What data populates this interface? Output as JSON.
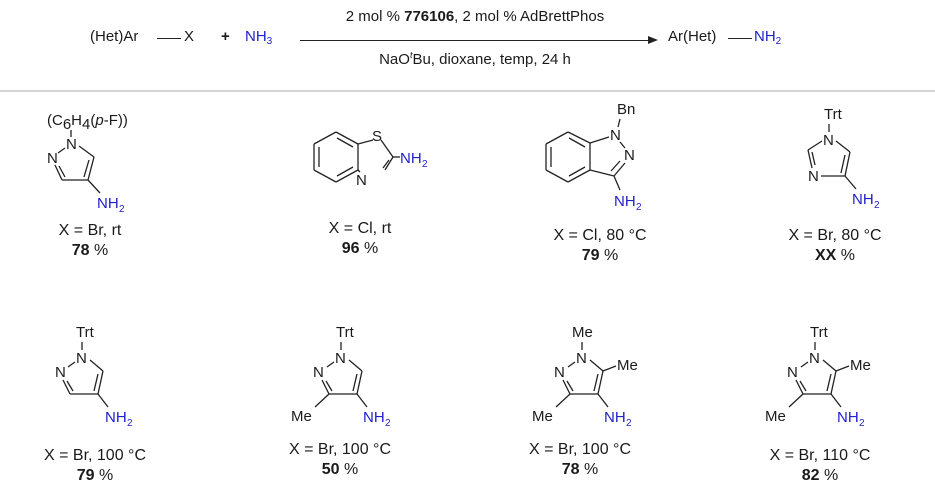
{
  "scheme": {
    "reactant": "(Het)Ar",
    "leaving_group": "X",
    "plus": "+",
    "reagent_prefix": "NH",
    "reagent_sub": "3",
    "conditions_top_prefix": "2 mol % ",
    "catalyst_id": "776106",
    "conditions_top_suffix": ", 2 mol % AdBrettPhos",
    "conditions_bottom_prefix": "NaO",
    "conditions_bottom_sup": "t",
    "conditions_bottom_suffix": "Bu, dioxane, temp, 24 h",
    "product_prefix": "Ar(Het)",
    "product_nh": "NH",
    "product_sub": "2"
  },
  "colors": {
    "amine_blue": "#2020c8",
    "text": "#1a1a1a",
    "separator": "#d4d4d4"
  },
  "entries": [
    {
      "substituent": "(C6H4(p-F))",
      "core": "1-aryl-pyrazol-4-amine",
      "condition": "X = Br, rt",
      "yield_value": "78",
      "yield_unit": " %"
    },
    {
      "substituent": "",
      "core": "2-aminobenzothiazole",
      "condition": "X = Cl, rt",
      "yield_value": "96",
      "yield_unit": " %"
    },
    {
      "substituent": "Bn",
      "core": "1-benzyl-indazol-3-amine",
      "condition": "X = Cl, 80 °C",
      "yield_value": "79",
      "yield_unit": " %"
    },
    {
      "substituent": "Trt",
      "core": "1-trityl-imidazol-4-amine",
      "condition": "X = Br, 80 °C",
      "yield_value": "XX",
      "yield_unit": " %"
    },
    {
      "substituent": "Trt",
      "core": "1-trityl-pyrazol-4-amine",
      "condition": "X = Br, 100 °C",
      "yield_value": "79",
      "yield_unit": " %"
    },
    {
      "substituent": "Trt",
      "core": "3-methyl-1-trityl-pyrazol-4-amine",
      "condition": "X = Br, 100 °C",
      "yield_value": "50",
      "yield_unit": " %"
    },
    {
      "substituent": "Me",
      "core": "1,3,5-trimethyl-pyrazol-4-amine",
      "condition": "X = Br, 100 °C",
      "yield_value": "78",
      "yield_unit": " %"
    },
    {
      "substituent": "Trt",
      "core": "3,5-dimethyl-1-trityl-pyrazol-4-amine",
      "condition": "X = Br, 110 °C",
      "yield_value": "82",
      "yield_unit": " %"
    }
  ],
  "atoms": {
    "N": "N",
    "S": "S",
    "NH": "NH",
    "H2sub": "2",
    "Me": "Me",
    "Bn": "Bn",
    "Trt": "Trt",
    "aryl_open": "(C",
    "aryl_6": "6",
    "aryl_H": "H",
    "aryl_4": "4",
    "aryl_p": "p",
    "aryl_close": "-F))"
  }
}
